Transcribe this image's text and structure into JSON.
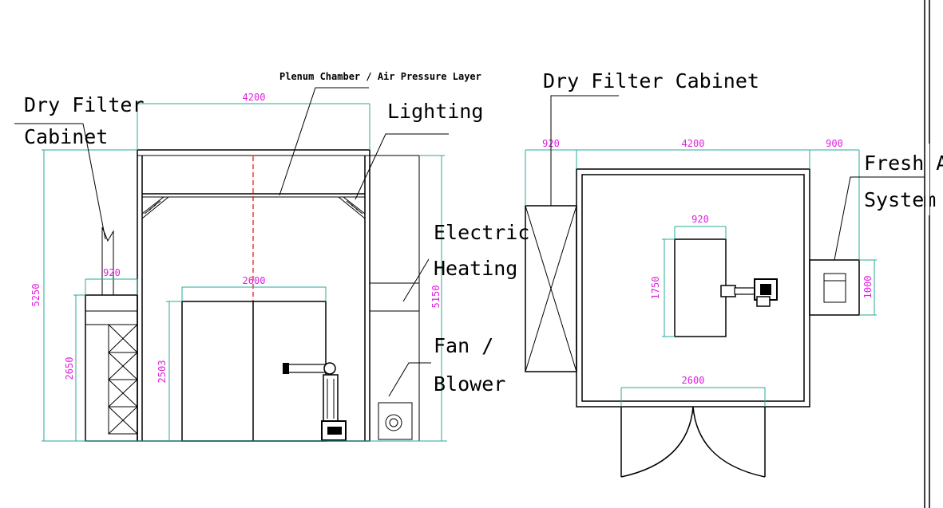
{
  "labels": {
    "dry_filter_left_1": "Dry Filter",
    "dry_filter_left_2": "Cabinet",
    "plenum": "Plenum Chamber / Air Pressure Layer",
    "lighting": "Lighting",
    "electric_1": "Electric",
    "electric_2": "Heating",
    "fan_1": "Fan /",
    "fan_2": "Blower",
    "dry_filter_right": "Dry Filter Cabinet",
    "fresh_1": "Fresh Ai",
    "fresh_2": "System"
  },
  "dims": {
    "front_width": "4200",
    "front_height": "5250",
    "front_height_right": "5150",
    "filter_width": "920",
    "filter_height": "2650",
    "door_width": "2600",
    "door_height": "2503",
    "plan_filter": "920",
    "plan_width": "4200",
    "plan_fresh": "900",
    "plan_table_w": "920",
    "plan_table_h": "1750",
    "plan_fresh_h": "1000",
    "plan_door": "2600"
  },
  "colors": {
    "line": "#000000",
    "dimension_line": "#27a99a",
    "dimension_text": "#e020e0",
    "centerline": "#ff0000"
  }
}
